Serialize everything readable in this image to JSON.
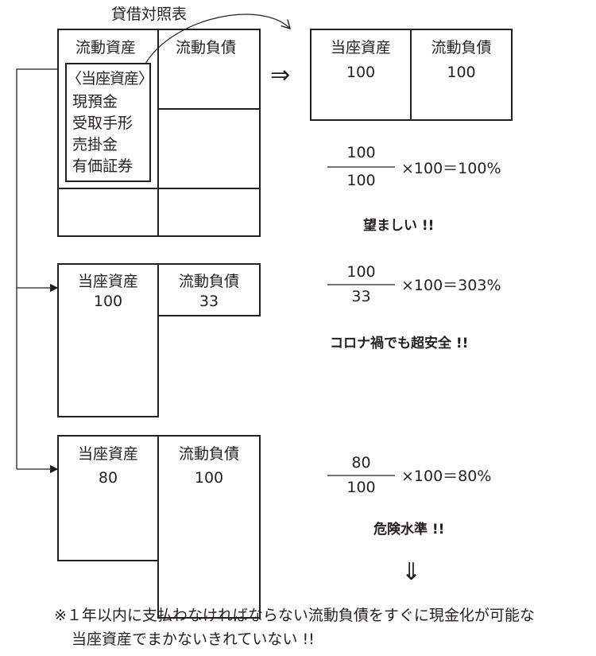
{
  "title": "貸借対照表",
  "main_bs": {
    "left_header": "流動資産",
    "right_header": "流動負債",
    "quick_assets": {
      "header": "〈当座資産〉",
      "items": [
        "現預金",
        "受取手形",
        "売掛金",
        "有価証券"
      ]
    }
  },
  "case1": {
    "assets_label": "当座資産",
    "assets_value": "100",
    "liabilities_label": "流動負債",
    "liabilities_value": "100",
    "numerator": "100",
    "denominator": "100",
    "formula": "×100＝100%",
    "comment": "望ましい !!"
  },
  "case2": {
    "assets_label": "当座資産",
    "assets_value": "100",
    "liabilities_label": "流動負債",
    "liabilities_value": "33",
    "numerator": "100",
    "denominator": "33",
    "formula": "×100＝303%",
    "comment": "コロナ禍でも超安全 !!"
  },
  "case3": {
    "assets_label": "当座資産",
    "assets_value": "80",
    "liabilities_label": "流動負債",
    "liabilities_value": "100",
    "numerator": "80",
    "denominator": "100",
    "formula": "×100＝80%",
    "comment": "危険水準 !!"
  },
  "arrows": {
    "right": "⇒",
    "down": "⇓"
  },
  "note": {
    "line1": "※１年以内に支払わなければならない流動負債をすぐに現金化が可能な",
    "line2": "当座資産でまかないきれていない !!"
  }
}
